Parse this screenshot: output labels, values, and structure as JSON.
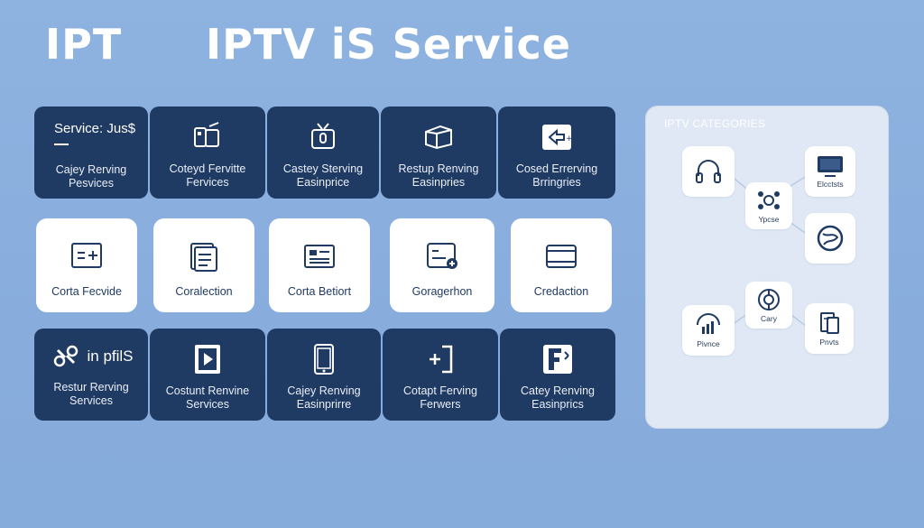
{
  "header": {
    "title_left": "IPT",
    "title_main": "IPTV iS Service"
  },
  "row1": [
    {
      "head": "Service: Jus$",
      "label1": "Cajey Rerving",
      "label2": "Pesvices"
    },
    {
      "icon": "device-icon",
      "label1": "Coteyd Fervitte",
      "label2": "Fervices"
    },
    {
      "icon": "tv-icon",
      "label1": "Castey Sterving",
      "label2": "Easinprice"
    },
    {
      "icon": "box-icon",
      "label1": "Restup Renving",
      "label2": "Easinpries"
    },
    {
      "icon": "arrow-icon",
      "label1": "Cosed Errerving",
      "label2": "Brringries"
    }
  ],
  "row2": [
    {
      "icon": "menu-icon",
      "label": "Corta Fecvide"
    },
    {
      "icon": "document-stack-icon",
      "label": "Coralection"
    },
    {
      "icon": "newspaper-icon",
      "label": "Corta Betiort"
    },
    {
      "icon": "form-add-icon",
      "label": "Goragerhon"
    },
    {
      "icon": "film-icon",
      "label": "Credaction"
    }
  ],
  "row3": [
    {
      "head": "in pfilS",
      "label1": "Restur Rerving",
      "label2": "Services"
    },
    {
      "icon": "play-doc-icon",
      "label1": "Costunt Renvine",
      "label2": "Services"
    },
    {
      "icon": "tablet-icon",
      "label1": "Cajey Renving",
      "label2": "Easinprirre"
    },
    {
      "icon": "bracket-add-icon",
      "label1": "Cotapt Ferving",
      "label2": "Ferwers"
    },
    {
      "icon": "f-logo-icon",
      "label1": "Catey Renving",
      "label2": "Easinprics"
    }
  ],
  "panel": {
    "title": "IPTV CATEGORIES",
    "nodes": [
      {
        "label": ""
      },
      {
        "label": "Elcctsts"
      },
      {
        "label": "Ypcse"
      },
      {
        "label": ""
      },
      {
        "label": "Cary"
      },
      {
        "label": "Pivnce"
      },
      {
        "label": "Pnvts"
      }
    ]
  },
  "colors": {
    "background": "#8fb3e0",
    "card_dark": "#1f3a63",
    "card_light": "#ffffff",
    "panel": "#dfe8f4"
  }
}
